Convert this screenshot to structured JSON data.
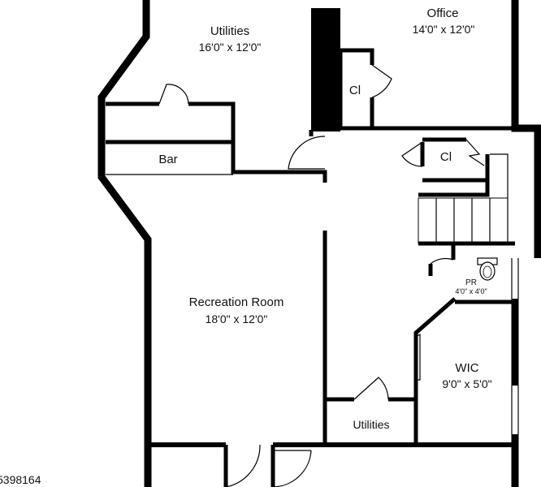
{
  "rooms": {
    "utilities_top": {
      "name": "Utilities",
      "size": "16'0\" x 12'0\""
    },
    "office": {
      "name": "Office",
      "size": "14'0\" x 12'0\""
    },
    "closet_office": {
      "name": "Cl"
    },
    "closet_hall": {
      "name": "Cl"
    },
    "bar": {
      "name": "Bar"
    },
    "recreation": {
      "name": "Recreation Room",
      "size": "18'0\" x 12'0\""
    },
    "powder": {
      "name": "PR",
      "size": "4'0\" x 4'0\""
    },
    "wic": {
      "name": "WIC",
      "size": "9'0\" x 5'0\""
    },
    "utilities_bottom": {
      "name": "Utilities"
    }
  },
  "listing_id": "5398164",
  "colors": {
    "wall": "#000000",
    "background": "#ffffff",
    "text": "#111111"
  }
}
